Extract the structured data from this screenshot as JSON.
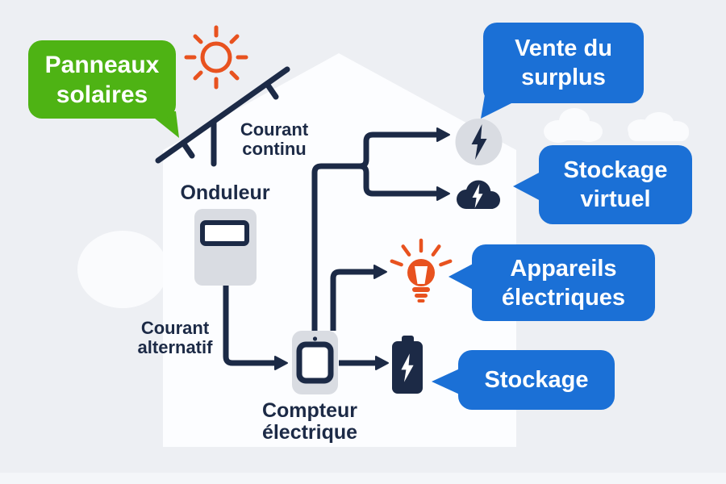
{
  "bubbles": {
    "panneaux_solaires": {
      "lines": [
        "Panneaux",
        "solaires"
      ],
      "color": "#4eb314"
    },
    "vente_du_surplus": {
      "lines": [
        "Vente du",
        "surplus"
      ],
      "color": "#1b70d6"
    },
    "stockage_virtuel": {
      "lines": [
        "Stockage",
        "virtuel"
      ],
      "color": "#1b70d6"
    },
    "appareils_electriques": {
      "lines": [
        "Appareils",
        "électriques"
      ],
      "color": "#1b70d6"
    },
    "stockage": {
      "lines": [
        "Stockage"
      ],
      "color": "#1b70d6"
    }
  },
  "labels": {
    "courant_continu": {
      "lines": [
        "Courant",
        "continu"
      ]
    },
    "courant_alternatif": {
      "lines": [
        "Courant",
        "alternatif"
      ]
    },
    "onduleur": "Onduleur",
    "compteur_electrique": {
      "lines": [
        "Compteur",
        "électrique"
      ]
    }
  },
  "icons": {
    "sun": "sun-icon",
    "solar_panel": "solar-panel-icon",
    "inverter": "inverter-icon",
    "electric_meter": "electric-meter-icon",
    "grid_sale": "bolt-circle-icon",
    "virtual_storage": "cloud-bolt-icon",
    "appliances": "lightbulb-icon",
    "storage": "battery-icon"
  },
  "palette": {
    "background": "#edeff3",
    "house": "#fcfdff",
    "navy": "#1c2a46",
    "green": "#4eb314",
    "blue": "#1b70d6",
    "orange": "#e8521f",
    "icon_gray": "#d9dce2"
  }
}
